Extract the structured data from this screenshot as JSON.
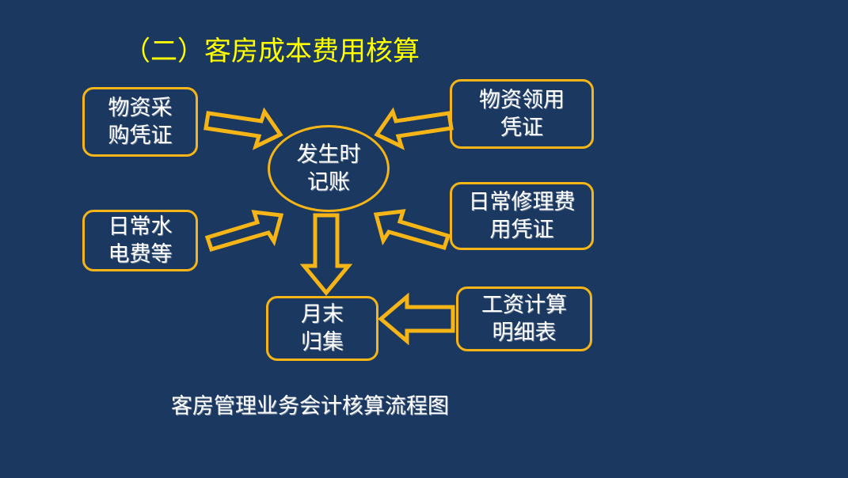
{
  "slide": {
    "background_color": "#1b3860",
    "accent_color": "#f5b517",
    "title_color": "#ffff00",
    "text_color": "#ffffff",
    "title": "（二）客房成本费用核算",
    "caption": "客房管理业务会计核算流程图"
  },
  "diagram": {
    "nodes": [
      {
        "id": "purchase",
        "label": "物资采\n购凭证",
        "shape": "rounded-rect"
      },
      {
        "id": "requisition",
        "label": "物资领用\n凭证",
        "shape": "rounded-rect"
      },
      {
        "id": "utilities",
        "label": "日常水\n电费等",
        "shape": "rounded-rect"
      },
      {
        "id": "repair",
        "label": "日常修理费\n用凭证",
        "shape": "rounded-rect"
      },
      {
        "id": "payroll",
        "label": "工资计算\n明细表",
        "shape": "rounded-rect"
      },
      {
        "id": "center",
        "label": "发生时\n记账",
        "shape": "ellipse"
      },
      {
        "id": "monthend",
        "label": "月末\n归集",
        "shape": "rounded-rect"
      }
    ],
    "arrows": [
      {
        "id": "purchase-to-center",
        "from": "purchase",
        "to": "center",
        "direction": "right-down"
      },
      {
        "id": "requisition-to-center",
        "from": "requisition",
        "to": "center",
        "direction": "left-down"
      },
      {
        "id": "utilities-to-center",
        "from": "utilities",
        "to": "center",
        "direction": "right-up"
      },
      {
        "id": "repair-to-center",
        "from": "repair",
        "to": "center",
        "direction": "left-up"
      },
      {
        "id": "center-to-monthend",
        "from": "center",
        "to": "monthend",
        "direction": "down"
      },
      {
        "id": "payroll-to-monthend",
        "from": "payroll",
        "to": "monthend",
        "direction": "left"
      }
    ]
  }
}
